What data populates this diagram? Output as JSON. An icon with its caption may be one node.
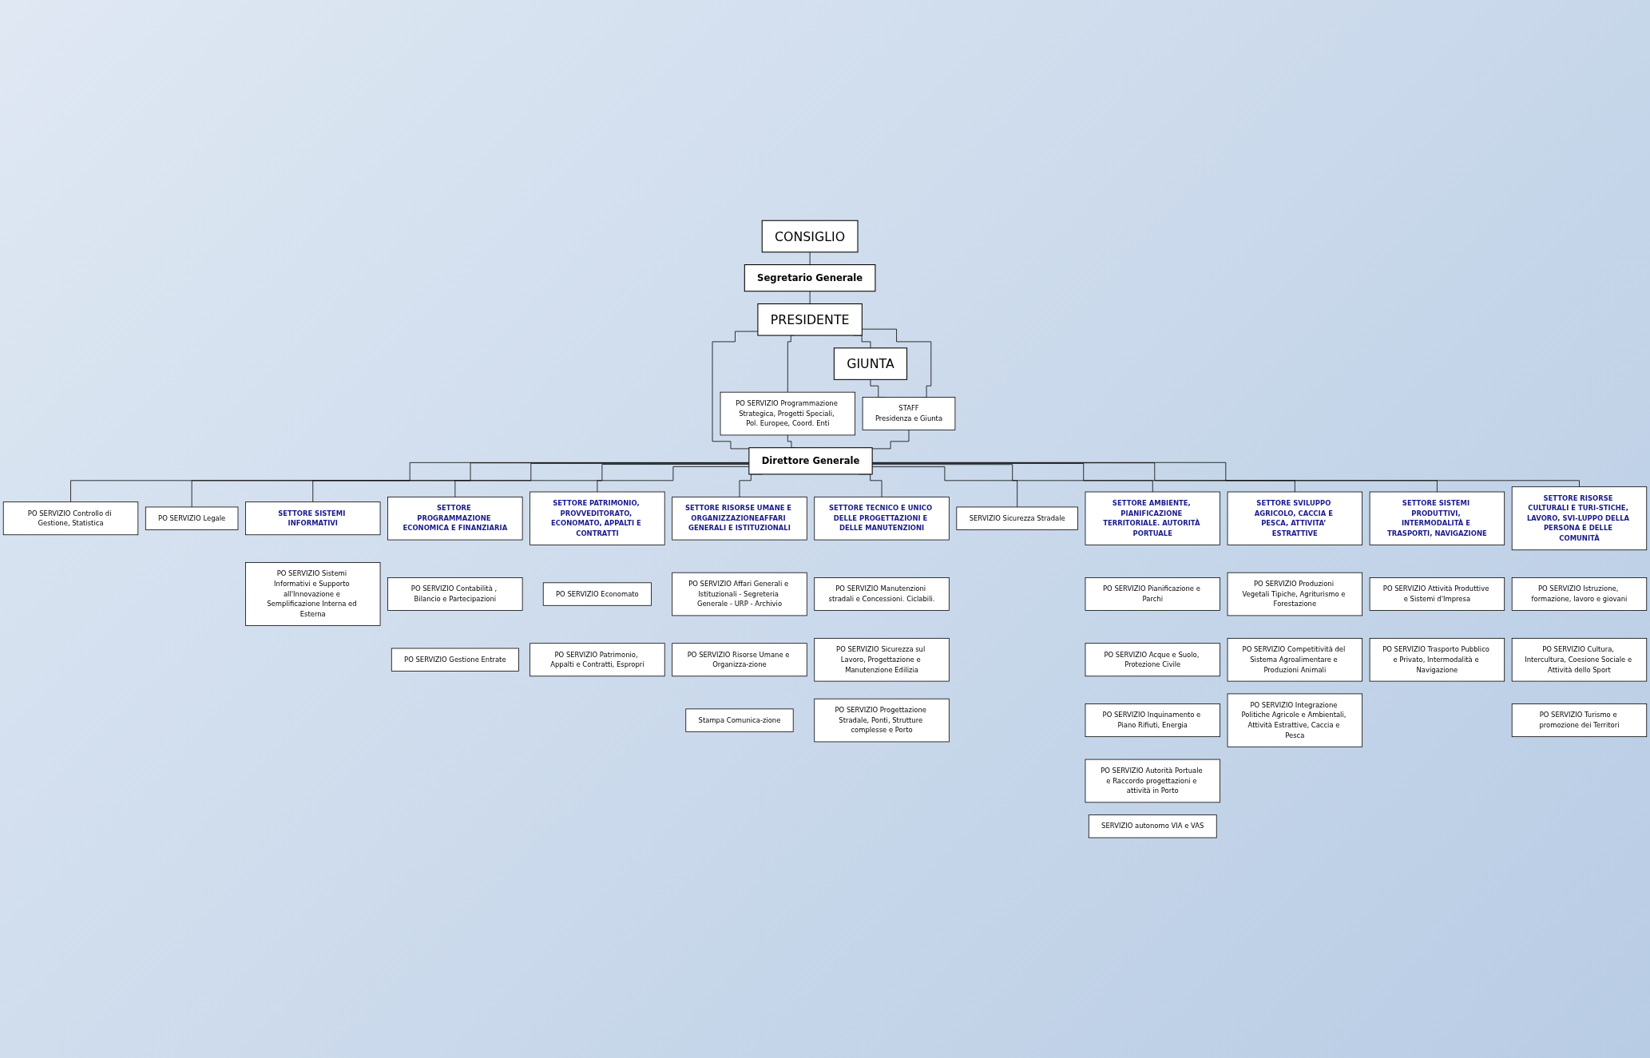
{
  "diagram": {
    "nodes": [
      {
        "text": [
          "CONSIGLIO"
        ]
      },
      {
        "text": [
          "Segretario Generale"
        ]
      },
      {
        "text": [
          "PRESIDENTE"
        ]
      },
      {
        "text": [
          "GIUNTA"
        ]
      },
      {
        "text": [
          "PO SERVIZIO Programmazione Strategica, Progetti Speciali, Pol. Europee, Coord. Enti"
        ]
      },
      {
        "text": [
          "STAFF",
          "Presidenza e Giunta"
        ]
      },
      {
        "text": [
          "Direttore Generale"
        ]
      },
      {
        "text": [
          "PO SERVIZIO Controllo di Gestione, Statistica"
        ]
      },
      {
        "text": [
          "PO SERVIZIO Legale"
        ]
      },
      {
        "text": [
          "PO SERVIZIO Sistemi Informativi e Supporto all'Innovazione e Semplificazione Interna ed Esterna"
        ]
      },
      {
        "text": [
          "SETTORE SISTEMI INFORMATIVI"
        ]
      },
      {
        "text": [
          "PO SERVIZIO Gestione Entrate"
        ]
      },
      {
        "text": [
          "PO SERVIZIO Contabilità , Bilancio e Partecipazioni"
        ]
      },
      {
        "text": [
          "SETTORE PROGRAMMAZIONE ECONOMICA E FINANZIARIA"
        ]
      },
      {
        "text": [
          "SETTORE PATRIMONIO, PROVVEDITORATO, ECONOMATO, APPALTI E CONTRATTI"
        ]
      },
      {
        "text": [
          "PO SERVIZIO Economato"
        ]
      },
      {
        "text": [
          "PO SERVIZIO Patrimonio, Appalti e Contratti, Espropri"
        ]
      },
      {
        "text": [
          "SETTORE RISORSE UMANE E ORGANIZZAZIONEAFFARI GENERALI E ISTITUZIONALI"
        ]
      },
      {
        "text": [
          "PO SERVIZIO Affari Generali e Istituzionali - Segreteria Generale - URP - Archivio"
        ]
      },
      {
        "text": [
          "PO SERVIZIO Risorse Umane e Organizza-zione"
        ]
      },
      {
        "text": [
          "Stampa Comunica-zione"
        ]
      },
      {
        "text": [
          "SETTORE TECNICO E UNICO DELLE PROGETTAZIONI E DELLE MANUTENZIONI"
        ]
      },
      {
        "text": [
          "PO SERVIZIO Manutenzioni stradali e Concessioni. Ciclabili."
        ]
      },
      {
        "text": [
          "PO SERVIZIO Sicurezza sul Lavoro, Progettazione e Manutenzione Edilizia"
        ]
      },
      {
        "text": [
          "PO SERVIZIO Progettazione Stradale, Ponti, Strutture complesse e Porto"
        ]
      },
      {
        "text": [
          "SERVIZIO Sicurezza Stradale"
        ]
      },
      {
        "text": [
          "SETTORE AMBIENTE, PIANIFICAZIONE TERRITORIALE. AUTORITÀ PORTUALE"
        ]
      },
      {
        "text": [
          "PO SERVIZIO Pianificazione e Parchi"
        ]
      },
      {
        "text": [
          "PO SERVIZIO Acque e Suolo, Protezione Civile"
        ]
      },
      {
        "text": [
          "PO SERVIZIO Inquinamento e Piano Rifiuti, Energia"
        ]
      },
      {
        "text": [
          "PO SERVIZIO Autorità Portuale e Raccordo progettazioni e attività in Porto"
        ]
      },
      {
        "text": [
          "SERVIZIO autonomo VIA e VAS"
        ]
      },
      {
        "text": [
          "SETTORE SVILUPPO AGRICOLO, CACCIA E PESCA, ATTIVITA’ ESTRATTIVE"
        ]
      },
      {
        "text": [
          "PO SERVIZIO Produzioni Vegetali Tipiche, Agriturismo e Forestazione"
        ]
      },
      {
        "text": [
          "PO SERVIZIO Competitività del Sistema Agroalimentare e Produzioni Animali"
        ]
      },
      {
        "text": [
          "PO SERVIZIO Integrazione Politiche Agricole e Ambientali, Attività Estrattive, Caccia e Pesca"
        ]
      },
      {
        "text": [
          "SETTORE SISTEMI PRODUTTIVI, INTERMODALITÀ E TRASPORTI, NAVIGAZIONE"
        ]
      },
      {
        "text": [
          "PO SERVIZIO Attività Produttive e Sistemi d'Impresa"
        ]
      },
      {
        "text": [
          "PO SERVIZIO Trasporto Pubblico e Privato, Intermodalità e Navigazione"
        ]
      },
      {
        "text": [
          "SETTORE RISORSE CULTURALI E TURI-STICHE, LAVORO, SVI-LUPPO DELLA PERSONA E DELLE COMUNITÀ"
        ]
      },
      {
        "text": [
          "PO SERVIZIO Istruzione, formazione, lavoro e giovani"
        ]
      },
      {
        "text": [
          "PO SERVIZIO Cultura, Intercultura, Coesione Sociale e Attività dello Sport"
        ]
      },
      {
        "text": [
          "PO SERVIZIO Turismo e promozione dei Territori"
        ]
      }
    ],
    "edges": [
      {
        "from": 0,
        "to": 1,
        "arrow": "none"
      },
      {
        "from": 1,
        "to": 2,
        "arrow": "none"
      },
      {
        "from": 2,
        "to": 3,
        "arrow": "none"
      },
      {
        "from": 3,
        "to": 5,
        "arrow": "none"
      },
      {
        "from": 2,
        "to": 4,
        "arrow": "none"
      },
      {
        "from": 2,
        "to": 5,
        "arrow": "none"
      },
      {
        "from": 2,
        "to": 6,
        "arrow": "none"
      },
      {
        "from": 4,
        "to": 6,
        "arrow": "none"
      },
      {
        "from": 5,
        "to": 6,
        "arrow": "none"
      },
      {
        "from": 6,
        "to": 7,
        "arrow": "none"
      },
      {
        "from": 6,
        "to": 8,
        "arrow": "none"
      },
      {
        "from": 6,
        "to": 10,
        "arrow": "none"
      },
      {
        "from": 6,
        "to": 13,
        "arrow": "none"
      },
      {
        "from": 6,
        "to": 14,
        "arrow": "none"
      },
      {
        "from": 6,
        "to": 17,
        "arrow": "none"
      },
      {
        "from": 6,
        "to": 21,
        "arrow": "none"
      },
      {
        "from": 6,
        "to": 26,
        "arrow": "none"
      },
      {
        "from": 6,
        "to": 32,
        "arrow": "none"
      },
      {
        "from": 6,
        "to": 36,
        "arrow": "none"
      },
      {
        "from": 6,
        "to": 39,
        "arrow": "none"
      },
      {
        "from": 6,
        "to": 25,
        "arrow": "none"
      }
    ]
  }
}
